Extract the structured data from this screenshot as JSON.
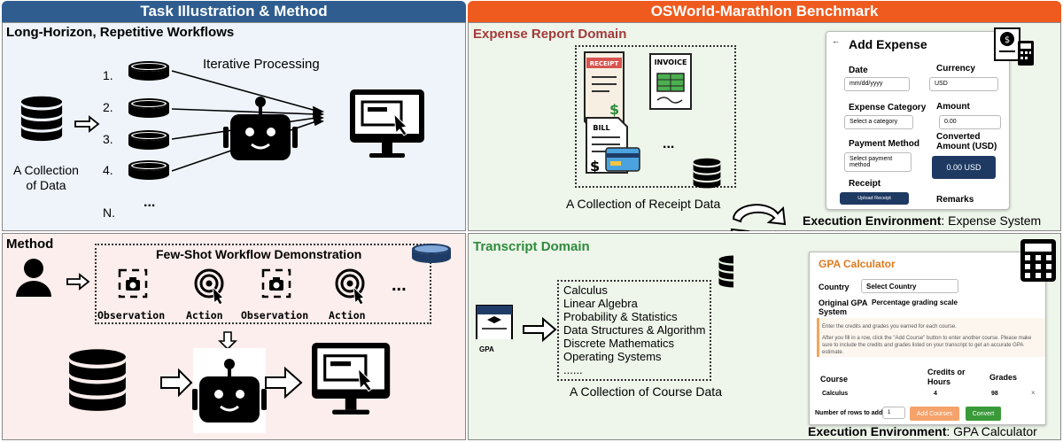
{
  "left_header": "Task Illustration & Method",
  "right_header": "OSWorld-Marathlon Benchmark",
  "colors": {
    "left_header": "#2f5d8f",
    "right_header": "#ef5a1e",
    "expense_title": "#a33a3a",
    "transcript_title": "#2e8b3d",
    "gpa_title": "#e07a1f"
  },
  "task": {
    "title": "Long-Horizon, Repetitive Workflows",
    "iterative": "Iterative Processing",
    "collection": [
      "A Collection",
      "of Data"
    ],
    "numbers": [
      "1.",
      "2.",
      "3.",
      "4.",
      "N."
    ],
    "dots": "..."
  },
  "method": {
    "title": "Method",
    "demo_title": "Few-Shot Workflow Demonstration",
    "steps": [
      "Observation",
      "Action",
      "Observation",
      "Action"
    ],
    "dots": "..."
  },
  "expense": {
    "title": "Expense Report Domain",
    "receipt": "RECEIPT",
    "invoice": "INVOICE",
    "bill": "BILL",
    "dots": "...",
    "collection": "A Collection of Receipt Data",
    "env_bold": "Execution Environment",
    "env_rest": ": Expense System",
    "card": {
      "back": "←",
      "title": "Add Expense",
      "date_label": "Date",
      "date_value": "mm/dd/yyyy",
      "currency_label": "Currency",
      "currency_value": "USD",
      "category_label": "Expense Category",
      "category_value": "Select a category",
      "amount_label": "Amount",
      "amount_value": "0.00",
      "payment_label": "Payment Method",
      "payment_value": "Select payment method",
      "converted_label": "Converted Amount (USD)",
      "converted_value": "0.00 USD",
      "receipt_label": "Receipt",
      "upload": "Upload Receipt",
      "remarks": "Remarks"
    }
  },
  "transcript": {
    "title": "Transcript Domain",
    "gpa_doc": "GPA",
    "courses": [
      "Calculus",
      "Linear Algebra",
      "Probability & Statistics",
      "Data Structures & Algorithm",
      "Discrete Mathematics",
      "Operating Systems",
      "......"
    ],
    "collection": "A Collection of Course Data",
    "env_bold": "Execution Environment",
    "env_rest": ": GPA Calculator",
    "gpa": {
      "title": "GPA Calculator",
      "country_label": "Country",
      "country_value": "Select Country",
      "original_label": "Original GPA System",
      "original_value": "Percentage grading scale",
      "info1": "Enter the credits and grades you earned for each course.",
      "info2": "After you fill in a row, click the \"Add Course\" button to enter another course. Please make sure to include the credits and grades listed on your transcript to get an accurate GPA estimate.",
      "col_course": "Course",
      "col_credits": "Credits or Hours",
      "col_grades": "Grades",
      "row_course": "Calculus",
      "row_credits": "4",
      "row_grade": "98",
      "row_remove": "×",
      "rows_label": "Number of rows to add",
      "rows_value": "1",
      "add_btn": "Add Courses",
      "convert_btn": "Convert"
    }
  }
}
